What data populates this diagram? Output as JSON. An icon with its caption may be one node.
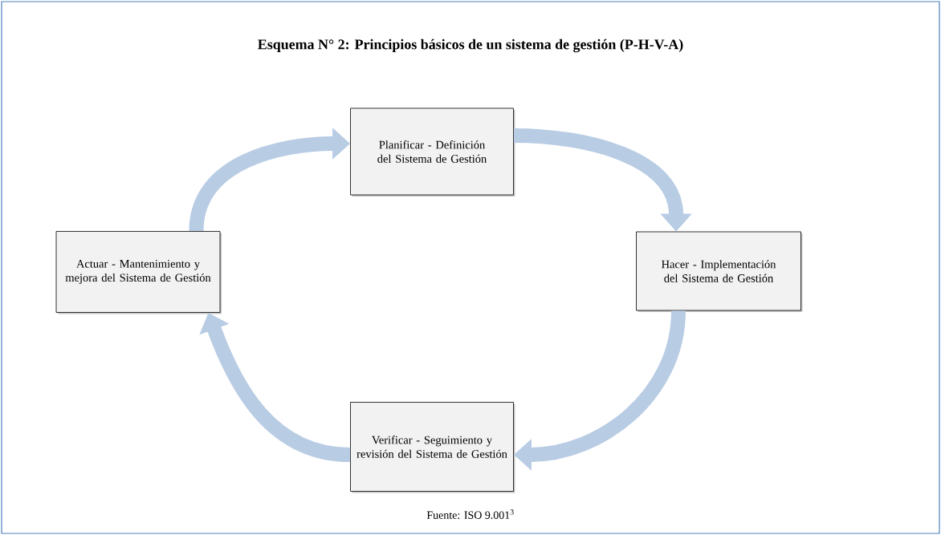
{
  "diagram": {
    "title": "Esquema N° 2: Principios básicos de un sistema de gestión (P-H-V-A)",
    "nodes": [
      {
        "text": [
          "Planificar - Definición del Sistema de Gestión"
        ]
      },
      {
        "text": [
          "Hacer - Implementación del Sistema de Gestión"
        ]
      },
      {
        "text": [
          "Verificar - Seguimiento y revisión del Sistema de Gestión"
        ]
      },
      {
        "text": [
          "Actuar - Mantenimiento y mejora del Sistema de Gestión"
        ]
      }
    ],
    "edges": [
      {
        "from": 0,
        "to": 1,
        "arrow": "to"
      },
      {
        "from": 1,
        "to": 2,
        "arrow": "to"
      },
      {
        "from": 2,
        "to": 3,
        "arrow": "to"
      },
      {
        "from": 3,
        "to": 0,
        "arrow": "to"
      }
    ],
    "caption": "Fuente: ISO 9.001$^{3}$"
  }
}
